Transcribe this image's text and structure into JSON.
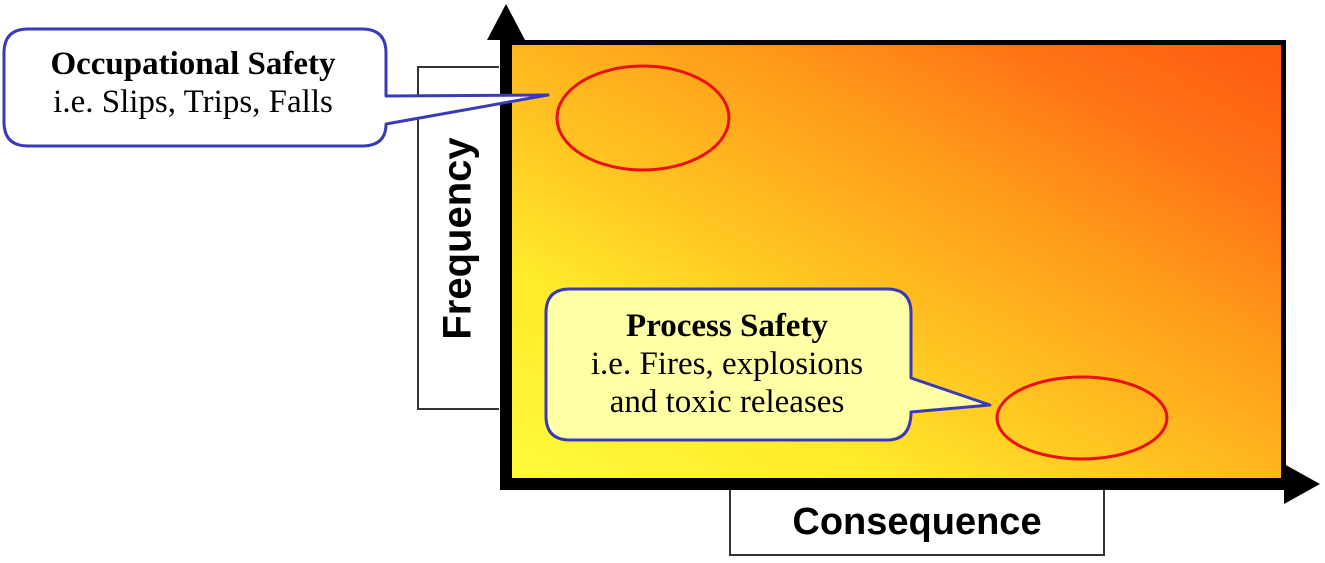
{
  "axes": {
    "y_label": "Frequency",
    "x_label": "Consequence"
  },
  "callouts": {
    "occupational": {
      "title": "Occupational Safety",
      "subtitle": "i.e. Slips, Trips, Falls"
    },
    "process": {
      "title": "Process Safety",
      "line1": "i.e. Fires, explosions",
      "line2": "and toxic releases"
    }
  },
  "colors": {
    "gradient_low": "#fffb3a",
    "gradient_high": "#ff5a10",
    "callout_border": "#3a3ab8",
    "ellipse_stroke": "#e81010",
    "axis": "#000000"
  }
}
